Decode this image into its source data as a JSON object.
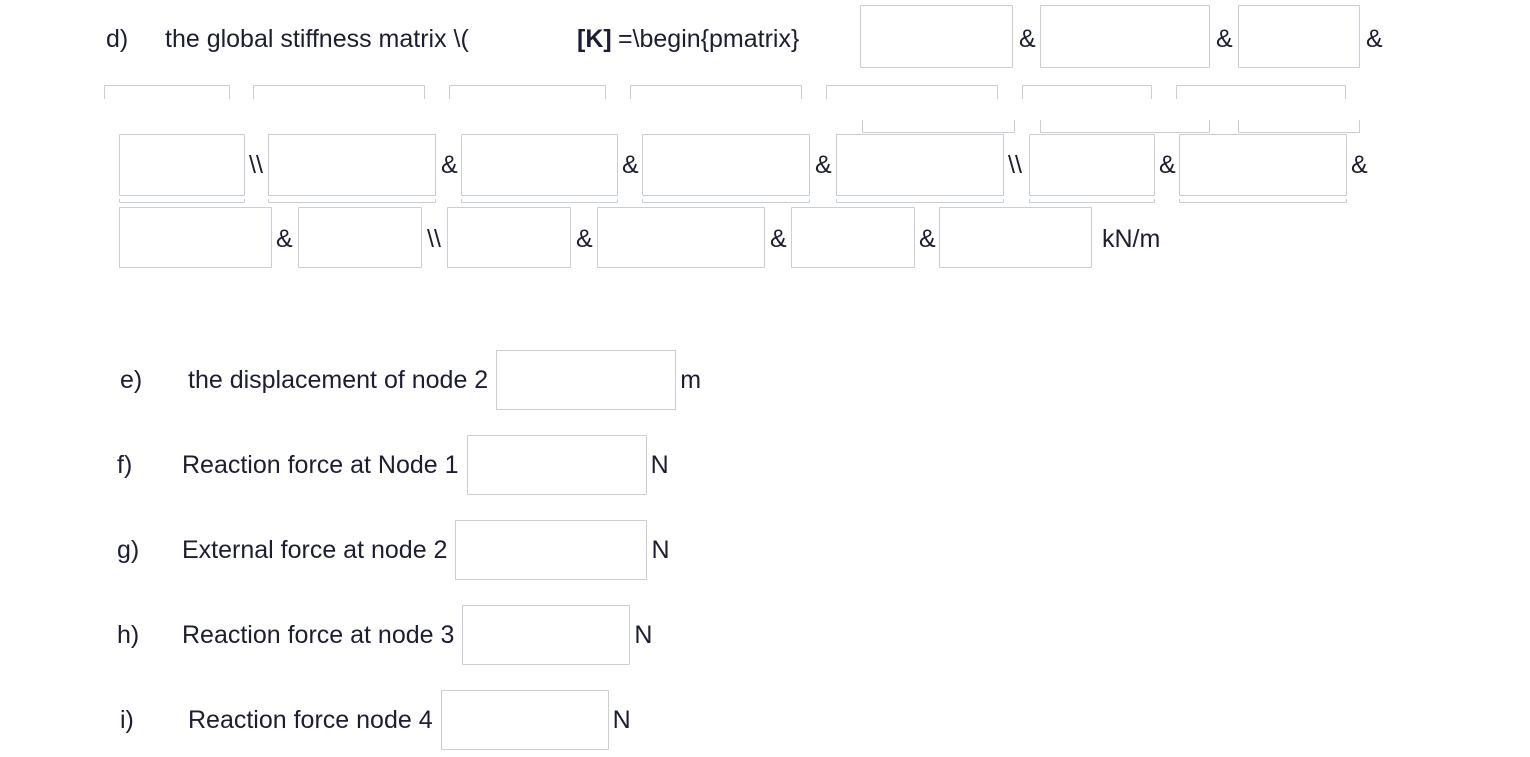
{
  "question_d": {
    "letter": "d)",
    "prompt": "the global stiffness matrix \\([K] =\\begin{pmatrix}",
    "prompt_plain_before": "the global stiffness matrix \\(",
    "prompt_bold": "[K]",
    "prompt_plain_after": " =\\begin{pmatrix}",
    "unit": "kN/m",
    "separators": {
      "amp": "&",
      "newline": "\\\\"
    },
    "matrix_rows": [
      {
        "cells": [
          "",
          "",
          ""
        ],
        "separators": [
          "&",
          "&",
          "&"
        ]
      },
      {
        "cells": [
          "",
          "",
          "",
          "",
          "",
          "",
          ""
        ],
        "separators": [
          "\\\\",
          "&",
          "&",
          "&",
          "\\\\",
          "&",
          "&"
        ]
      },
      {
        "cells": [
          "",
          "",
          "",
          "",
          "",
          ""
        ],
        "separators": [
          "&",
          "\\\\",
          "&",
          "&",
          "&",
          ""
        ]
      }
    ]
  },
  "questions": [
    {
      "letter": "e)",
      "label": "the displacement of node 2",
      "value": "",
      "unit": "m"
    },
    {
      "letter": "f)",
      "label": "Reaction force at Node 1",
      "value": "",
      "unit": "N"
    },
    {
      "letter": "g)",
      "label": "External force at node 2",
      "value": "",
      "unit": "N"
    },
    {
      "letter": "h)",
      "label": "Reaction force at node 3",
      "value": "",
      "unit": "N"
    },
    {
      "letter": "i)",
      "label": "Reaction force node 4",
      "value": "",
      "unit": "N"
    }
  ],
  "colors": {
    "text": "#1d1d33",
    "input_border": "#c9cdd6",
    "background": "#ffffff"
  }
}
